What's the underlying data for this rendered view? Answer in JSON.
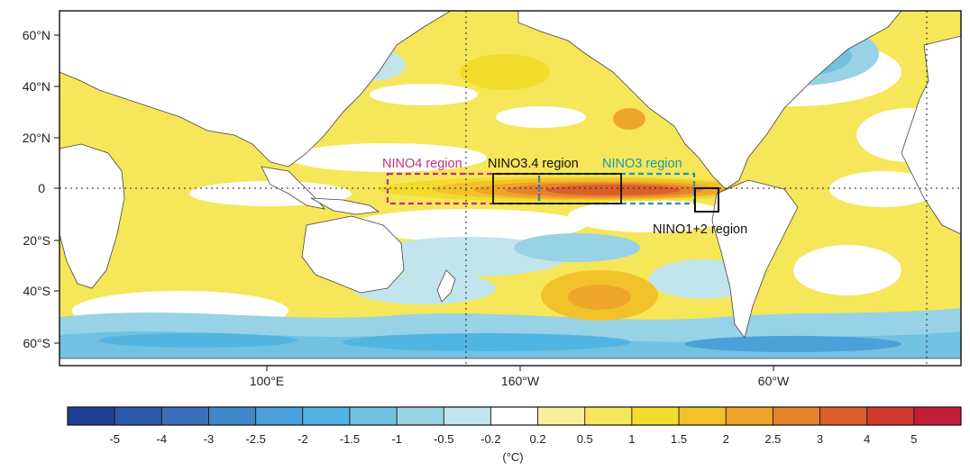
{
  "map": {
    "lat_labels": [
      "60°N",
      "40°N",
      "20°N",
      "0",
      "20°S",
      "40°S",
      "60°S"
    ],
    "lon_labels": [
      "100°E",
      "160°W",
      "60°W"
    ],
    "regions": [
      {
        "name": "NINO4 region",
        "color": "#c0307f"
      },
      {
        "name": "NINO3.4 region",
        "color": "#111111"
      },
      {
        "name": "NINO3 region",
        "color": "#1a9aa8"
      },
      {
        "name": "NINO1+2 region",
        "color": "#111111"
      }
    ]
  },
  "colorbar": {
    "tick_labels": [
      "-5",
      "-4",
      "-3",
      "-2.5",
      "-2",
      "-1.5",
      "-1",
      "-0.5",
      "-0.2",
      "0.2",
      "0.5",
      "1",
      "1.5",
      "2",
      "2.5",
      "3",
      "4",
      "5"
    ],
    "unit": "(°C)",
    "colors": [
      "#1f3f95",
      "#2a5aa9",
      "#3b6fba",
      "#3f87c8",
      "#4aa0d8",
      "#50b5e3",
      "#72c1e1",
      "#97d2e6",
      "#c2e4ec",
      "#ffffff",
      "#f8ef9a",
      "#f6e65a",
      "#f3dc2b",
      "#f2c22a",
      "#eea52a",
      "#e6822c",
      "#dc5e2c",
      "#cf3b2f",
      "#c01f36"
    ]
  }
}
